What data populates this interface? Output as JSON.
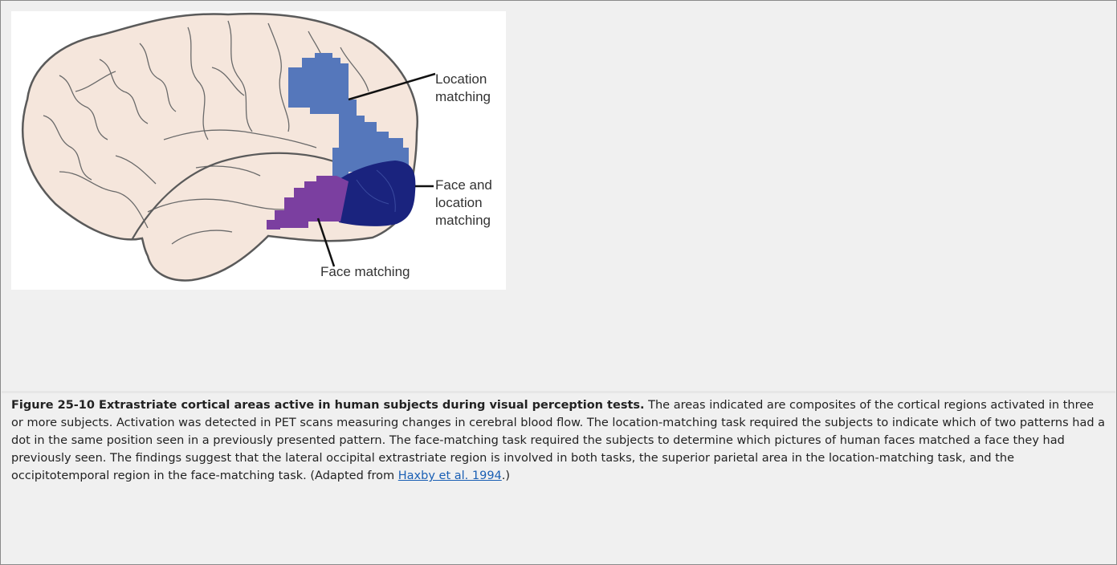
{
  "figure": {
    "labels": {
      "location_1": "Location",
      "location_2": "matching",
      "face_loc_1": "Face and",
      "face_loc_2": "location",
      "face_loc_3": "matching",
      "face": "Face matching"
    },
    "colors": {
      "brain": "#f5e6dc",
      "outline": "#5a5a5a",
      "location_region": "#5577bb",
      "face_location_region": "#1a237e",
      "face_region": "#7b3fa0"
    }
  },
  "caption": {
    "title": "Figure 25-10 Extrastriate cortical areas active in human subjects during visual perception tests.",
    "body": " The areas indicated are composites of the cortical regions activated in three or more subjects. Activation was detected in PET scans measuring changes in cerebral blood flow. The location-matching task required the subjects to indicate which of two patterns had a dot in the same position seen in a previously presented pattern. The face-matching task required the subjects to determine which pictures of human faces matched a face they had previously seen. The findings suggest that the lateral occipital extrastriate region is involved in both tasks, the superior parietal area in the location-matching task, and the occipitotemporal region in the face-matching task. (Adapted from ",
    "link": "Haxby et al. 1994",
    "tail": ".)"
  }
}
